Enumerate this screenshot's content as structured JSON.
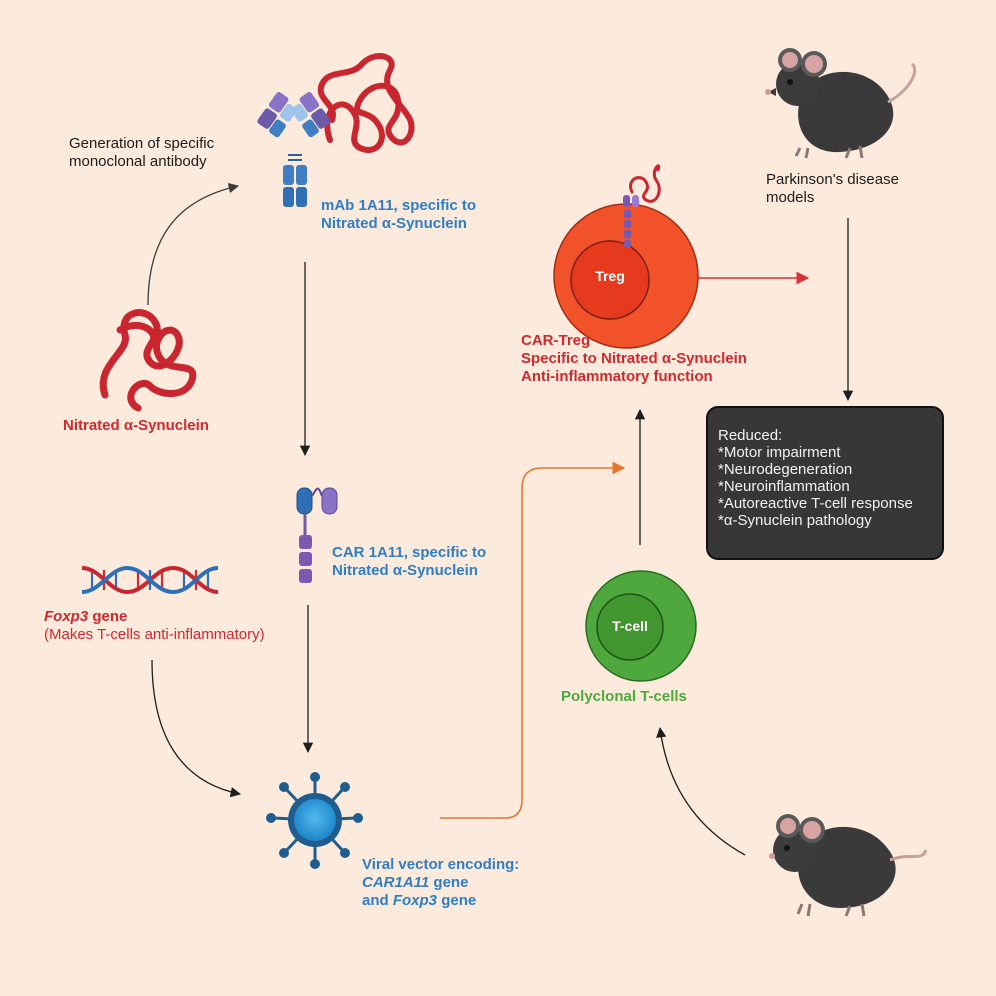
{
  "labels": {
    "generation": [
      "Generation of specific",
      "monoclonal antibody"
    ],
    "mab": [
      "mAb 1A11, specific to",
      "Nitrated α-Synuclein"
    ],
    "nitrated": "Nitrated α-Synuclein",
    "car": [
      "CAR 1A11, specific to",
      "Nitrated α-Synuclein"
    ],
    "foxp3_name": "Foxp3",
    "foxp3_suffix": " gene",
    "foxp3_desc": "(Makes T-cells anti-inflammatory)",
    "viral_title": "Viral vector encoding:",
    "viral_gene1_name": "CAR1A11",
    "viral_gene1_suffix": " gene",
    "viral_gene2_prefix": "and ",
    "viral_gene2_name": "Foxp3",
    "viral_gene2_suffix": " gene",
    "treg": "Treg",
    "cartreg": [
      "CAR-Treg",
      "Specific to Nitrated α-Synuclein",
      "Anti-inflammatory function"
    ],
    "tcell": "T-cell",
    "polyclonal": "Polyclonal T-cells",
    "parkinson": [
      "Parkinson's disease",
      "models"
    ]
  },
  "result": {
    "title": "Reduced:",
    "items": [
      "*Motor impairment",
      "*Neurodegeneration",
      "*Neuroinflammation",
      "*Autoreactive T-cell response",
      "*α-Synuclein pathology"
    ]
  },
  "colors": {
    "background": "#fcebdc",
    "blue_text": "#2f7ec4",
    "red_text": "#d2282e",
    "green_text": "#4fa83c",
    "treg_cell": "#f2522a",
    "tcell": "#4ea83e",
    "orange_arrow": "#e8742c",
    "red_arrow": "#d8333a",
    "result_box": "#373737"
  },
  "icons": [
    "synuclein-protein-icon",
    "antibody-icon",
    "car-receptor-icon",
    "dna-helix-icon",
    "viral-vector-icon",
    "treg-cell-icon",
    "tcell-icon",
    "mouse-icon"
  ]
}
